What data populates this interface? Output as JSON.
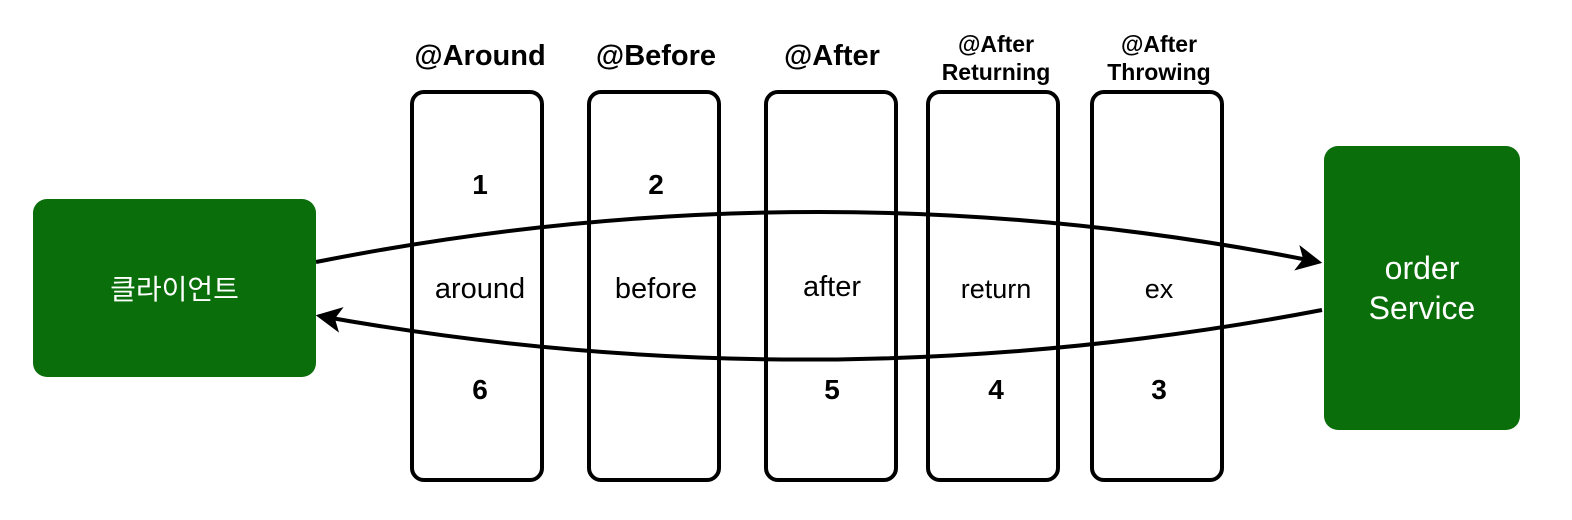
{
  "client": {
    "label": "클라이언트",
    "color": "#0a6e0a"
  },
  "service": {
    "lines": [
      "order",
      "Service"
    ],
    "color": "#0a6e0a"
  },
  "advice_columns": [
    {
      "annotation_lines": [
        "@Around"
      ],
      "step_top": "1",
      "label": "around",
      "step_bottom": "6"
    },
    {
      "annotation_lines": [
        "@Before"
      ],
      "step_top": "2",
      "label": "before",
      "step_bottom": ""
    },
    {
      "annotation_lines": [
        "@After"
      ],
      "step_top": "",
      "label": "after",
      "step_bottom": "5"
    },
    {
      "annotation_lines": [
        "@After",
        "Returning"
      ],
      "step_top": "",
      "label": "return",
      "step_bottom": "4"
    },
    {
      "annotation_lines": [
        "@After",
        "Throwing"
      ],
      "step_top": "",
      "label": "ex",
      "step_bottom": "3"
    }
  ],
  "edges": [
    {
      "from": "client",
      "to": "service",
      "direction": "forward"
    },
    {
      "from": "service",
      "to": "client",
      "direction": "back"
    }
  ]
}
